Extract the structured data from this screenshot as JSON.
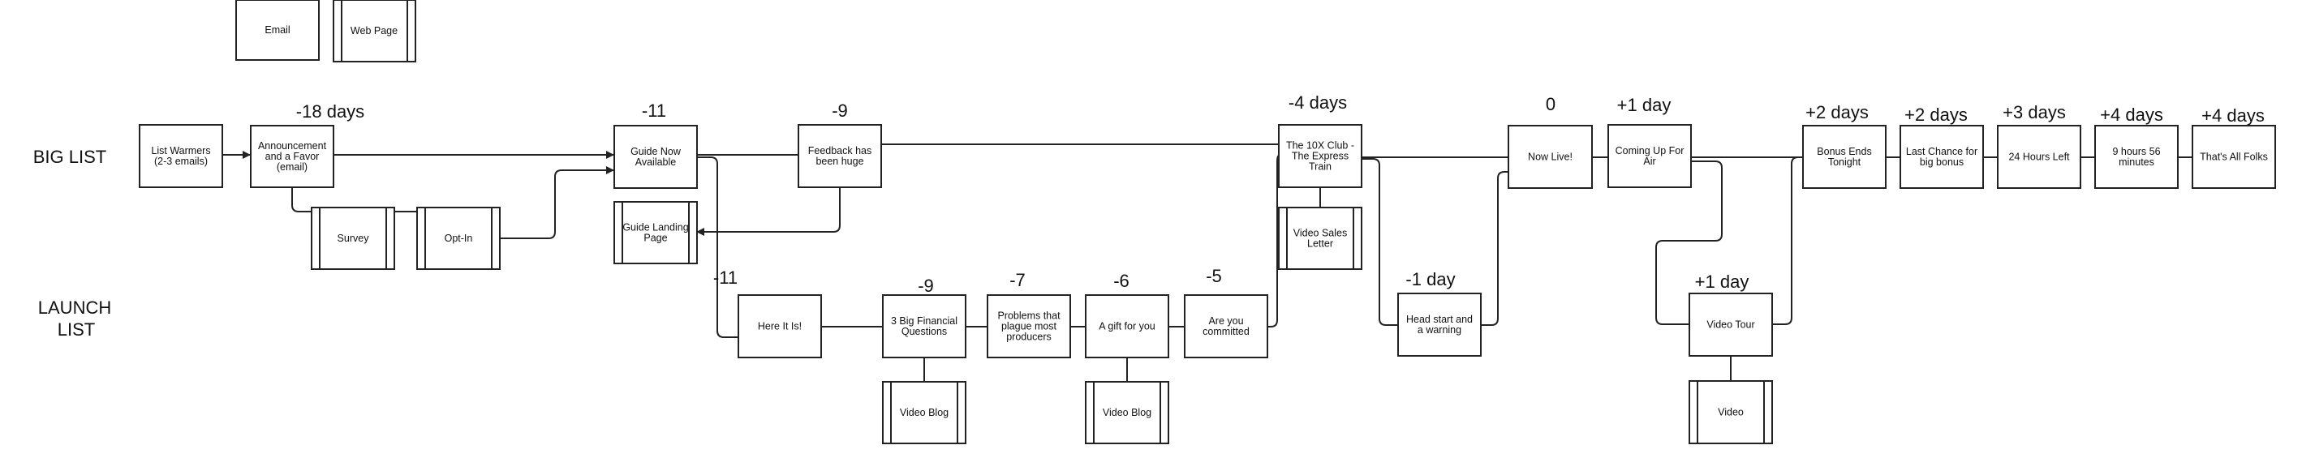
{
  "legend": {
    "email": "Email",
    "web_page": "Web Page"
  },
  "lanes": {
    "big_list": "BIG LIST",
    "launch_list_line1": "LAUNCH",
    "launch_list_line2": "LIST"
  },
  "days": {
    "d_minus18": "-18 days",
    "d_minus11_top": "-11",
    "d_minus9_top": "-9",
    "d_minus4": "-4 days",
    "d_zero": "0",
    "d_plus1_top": "+1 day",
    "d_plus2_a": "+2 days",
    "d_plus2_b": "+2 days",
    "d_plus3": "+3 days",
    "d_plus4_a": "+4 days",
    "d_plus4_b": "+4 days",
    "d_minus11_bottom": "-11",
    "d_minus9_bottom": "-9",
    "d_minus7": "-7",
    "d_minus6": "-6",
    "d_minus5": "-5",
    "d_minus1": "-1 day",
    "d_plus1_bottom": "+1 day"
  },
  "nodes": {
    "list_warmers": [
      "List Warmers",
      "(2-3 emails)"
    ],
    "announcement": [
      "Announcement",
      "and a Favor",
      "(email)"
    ],
    "survey": [
      "Survey"
    ],
    "opt_in": [
      "Opt-In"
    ],
    "guide_now": [
      "Guide Now",
      "Available"
    ],
    "guide_landing": [
      "Guide Landing",
      "Page"
    ],
    "feedback": [
      "Feedback has",
      "been huge"
    ],
    "here_it_is": [
      "Here It Is!"
    ],
    "big_questions": [
      "3 Big Financial",
      "Questions"
    ],
    "video_blog_1": [
      "Video Blog"
    ],
    "problems": [
      "Problems that",
      "plague most",
      "producers"
    ],
    "gift": [
      "A gift for you"
    ],
    "video_blog_2": [
      "Video Blog"
    ],
    "committed": [
      "Are you",
      "committed"
    ],
    "club": [
      "The 10X Club -",
      "The Express",
      "Train"
    ],
    "video_sales": [
      "Video Sales",
      "Letter"
    ],
    "head_start": [
      "Head start and",
      "a warning"
    ],
    "now_live": [
      "Now Live!"
    ],
    "coming_up": [
      "Coming Up For",
      "Air"
    ],
    "video_tour": [
      "Video Tour"
    ],
    "video": [
      "Video"
    ],
    "bonus_ends": [
      "Bonus Ends",
      "Tonight"
    ],
    "last_chance": [
      "Last Chance for",
      "big bonus"
    ],
    "hours_left": [
      "24 Hours Left"
    ],
    "nine_hours": [
      "9 hours 56",
      "minutes"
    ],
    "thats_all": [
      "That's All Folks"
    ]
  }
}
